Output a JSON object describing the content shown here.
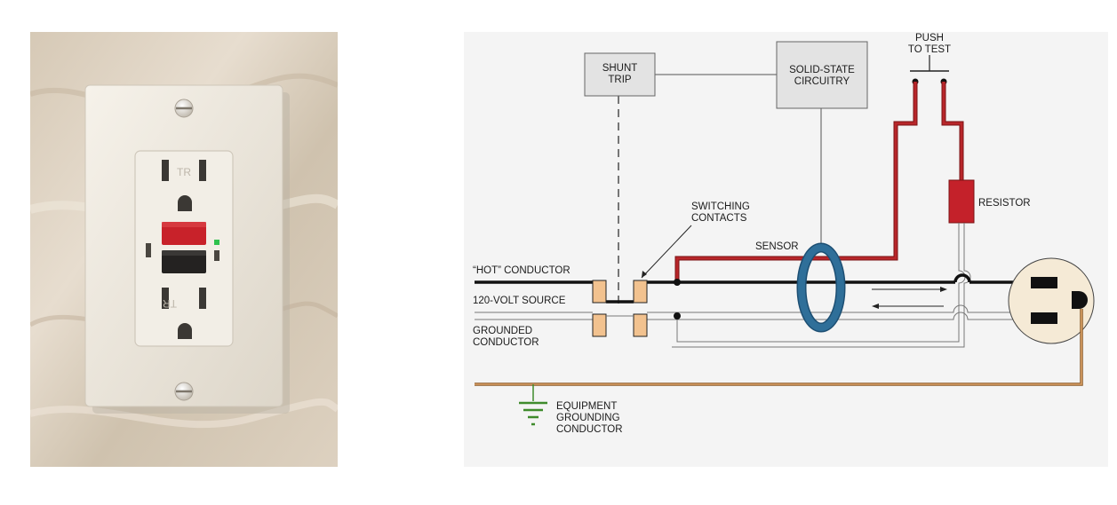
{
  "photo": {
    "receptacle_marks": {
      "top": "TR",
      "bottom": "TR"
    }
  },
  "diagram": {
    "labels": {
      "shunt_trip": [
        "SHUNT",
        "TRIP"
      ],
      "solid_state": [
        "SOLID-STATE",
        "CIRCUITRY"
      ],
      "push_to_test": [
        "PUSH",
        "TO  TEST"
      ],
      "resistor": "RESISTOR",
      "switching_contacts": [
        "SWITCHING",
        "CONTACTS"
      ],
      "sensor": "SENSOR",
      "hot_conductor": "“HOT”  CONDUCTOR",
      "source": "120-VOLT  SOURCE",
      "grounded_conductor": [
        "GROUNDED",
        "CONDUCTOR"
      ],
      "equipment_grounding": [
        "EQUIPMENT",
        "GROUNDING",
        "CONDUCTOR"
      ]
    },
    "colors": {
      "background": "#f4f4f4",
      "box_fill": "#e3e3e3",
      "hot_wire": "#000000",
      "test_wire_red": "#b8262a",
      "resistor": "#c4212a",
      "contacts": "#f2c28f",
      "ground_wire": "#c98e4d",
      "ground_symbol": "#3f8b2c",
      "sensor": "#2f6f99"
    }
  }
}
